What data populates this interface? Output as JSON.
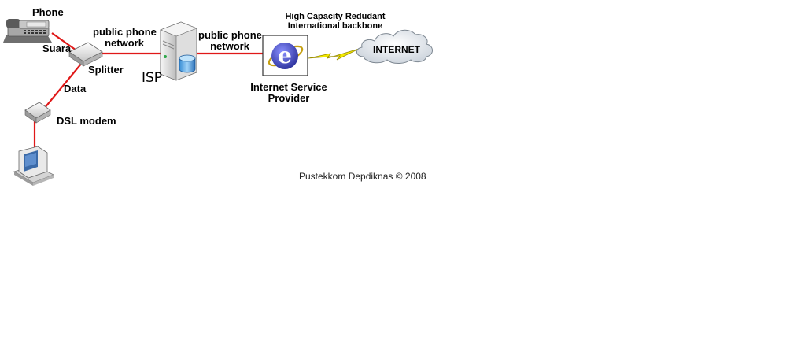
{
  "labels": {
    "phone": "Phone",
    "suara": "Suara",
    "splitter": "Splitter",
    "data": "Data",
    "dsl_modem": "DSL modem",
    "public_phone_network_1": "public phone\nnetwork",
    "public_phone_network_2": "public phone\nnetwork",
    "isp": "ISP",
    "isp_full": "Internet Service\nProvider",
    "backbone": "High Capacity Redudant\nInternational backbone",
    "internet": "INTERNET"
  },
  "credit": "Pustekkom Depdiknas © 2008",
  "colors": {
    "link": "#e01818",
    "bolt": "#f2ea00",
    "ie_blue": "#3a3fb0"
  }
}
